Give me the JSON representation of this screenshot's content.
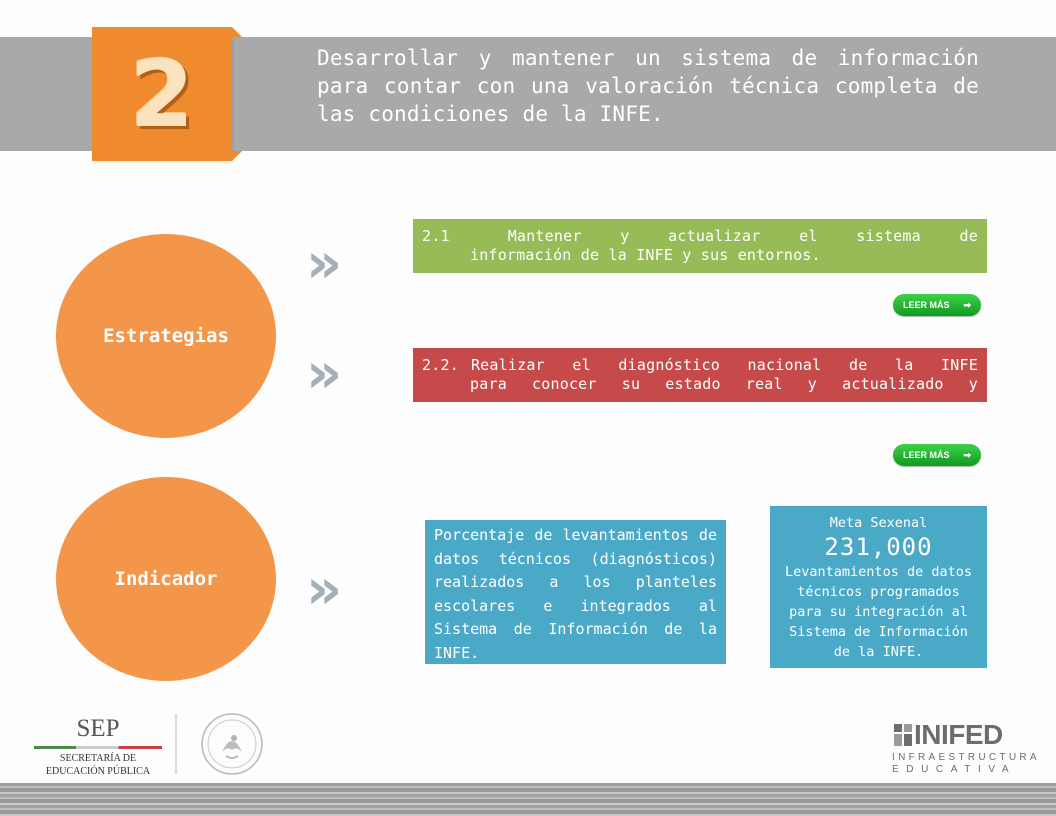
{
  "header": {
    "number": "2",
    "text": "Desarrollar y mantener un sistema de información para contar con una valoración técnica completa de las condiciones de la INFE."
  },
  "estrategias": {
    "label": "Estrategias",
    "items": [
      {
        "number": "2.1",
        "line1": "Mantener y actualizar el sistema de",
        "line2": "información de la INFE y sus entornos.",
        "button": "LEER MÁS"
      },
      {
        "number": "2.2.",
        "line1": "Realizar el diagnóstico nacional de la INFE",
        "line2": "para conocer su estado real y actualizado y",
        "button": "LEER MÁS"
      }
    ]
  },
  "indicador": {
    "label": "Indicador",
    "description": "Porcentaje de levantamientos de datos técnicos (diagnósticos) realizados a los planteles escolares e integrados al Sistema de Información de la INFE.",
    "meta": {
      "title": "Meta Sexenal",
      "value": "231,000",
      "description": "Levantamientos de datos técnicos programados para su integración al Sistema de Información de la INFE."
    }
  },
  "footer": {
    "sep": {
      "title": "SEP",
      "line1": "SECRETARÍA DE",
      "line2": "EDUCACIÓN PÚBLICA"
    },
    "inifed": {
      "name": "INIFED",
      "line1": "INFRAESTRUCTURA",
      "line2": "EDUCATIVA"
    }
  },
  "colors": {
    "orange": "#ef8a2f",
    "circle": "#f4964a",
    "green": "#97bb56",
    "red": "#c64a4a",
    "blue": "#4ba9c8",
    "gray": "#a7a9ab"
  }
}
